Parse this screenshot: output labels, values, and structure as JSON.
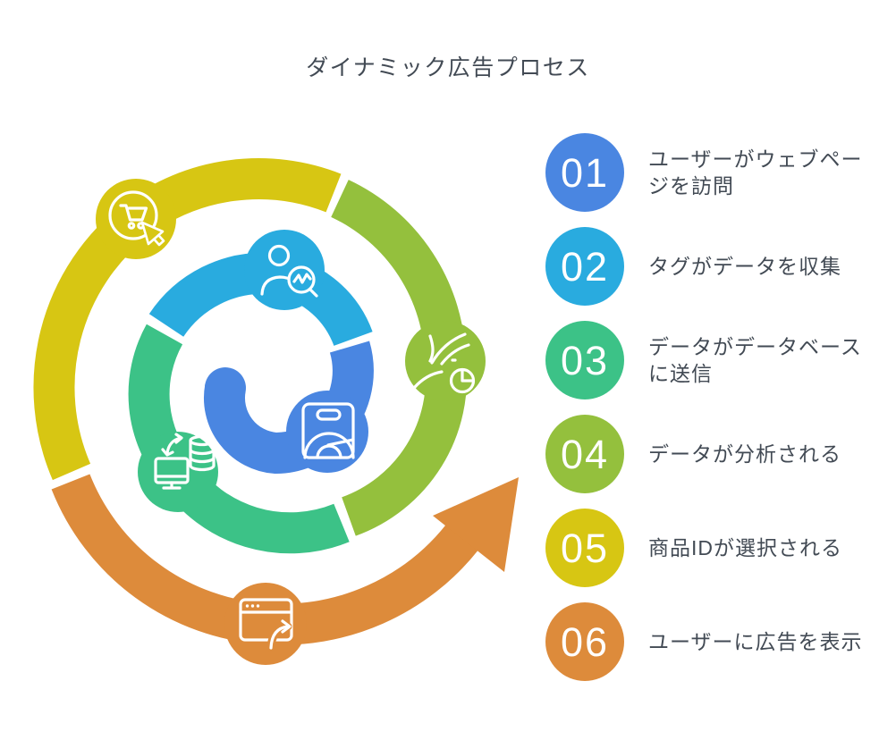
{
  "title": "ダイナミック広告プロセス",
  "steps": [
    {
      "number": "01",
      "label": "ユーザーがウェブページを訪問",
      "color": "#4a86e1",
      "icon": "shopping-bag-icon"
    },
    {
      "number": "02",
      "label": "タグがデータを収集",
      "color": "#29abdf",
      "icon": "user-search-icon"
    },
    {
      "number": "03",
      "label": "データがデータベースに送信",
      "color": "#3cc287",
      "icon": "monitor-database-sync-icon"
    },
    {
      "number": "04",
      "label": "データが分析される",
      "color": "#94c03d",
      "icon": "data-flow-pie-icon"
    },
    {
      "number": "05",
      "label": "商品IDが選択される",
      "color": "#d7c613",
      "icon": "cart-cursor-icon"
    },
    {
      "number": "06",
      "label": "ユーザーに広告を表示",
      "color": "#dd8b3b",
      "icon": "browser-arrow-icon"
    }
  ],
  "diagram": {
    "type": "outward-spiral-process",
    "direction": "counterclockwise",
    "arrow_color": "#dd8b3b",
    "icon_stroke_color": "#ffffff"
  },
  "text_color": "#424a54",
  "background_color": "#ffffff"
}
